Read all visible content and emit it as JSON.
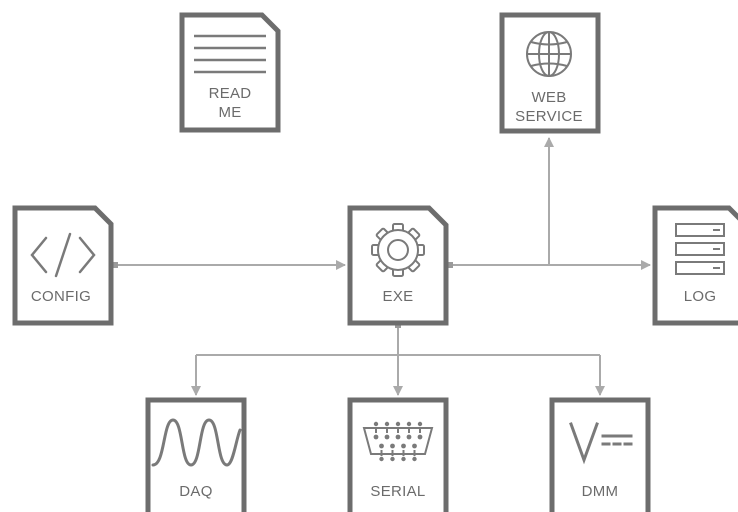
{
  "nodes": {
    "readme": {
      "line1": "READ",
      "line2": "ME"
    },
    "webservice": {
      "line1": "WEB",
      "line2": "SERVICE"
    },
    "config": {
      "label": "CONFIG"
    },
    "exe": {
      "label": "EXE"
    },
    "log": {
      "label": "LOG"
    },
    "daq": {
      "label": "DAQ"
    },
    "serial": {
      "label": "SERIAL"
    },
    "dmm": {
      "label": "DMM"
    }
  },
  "icons": {
    "readme": "text-lines-icon",
    "webservice": "globe-icon",
    "config": "code-brackets-icon",
    "exe": "gear-icon",
    "log": "server-stack-icon",
    "daq": "waveform-icon",
    "serial": "db9-connector-icon",
    "dmm": "voltage-dc-icon"
  },
  "colors": {
    "border": "#6d6d6d",
    "icon": "#7a7a7a",
    "connector": "#aaaaaa"
  }
}
